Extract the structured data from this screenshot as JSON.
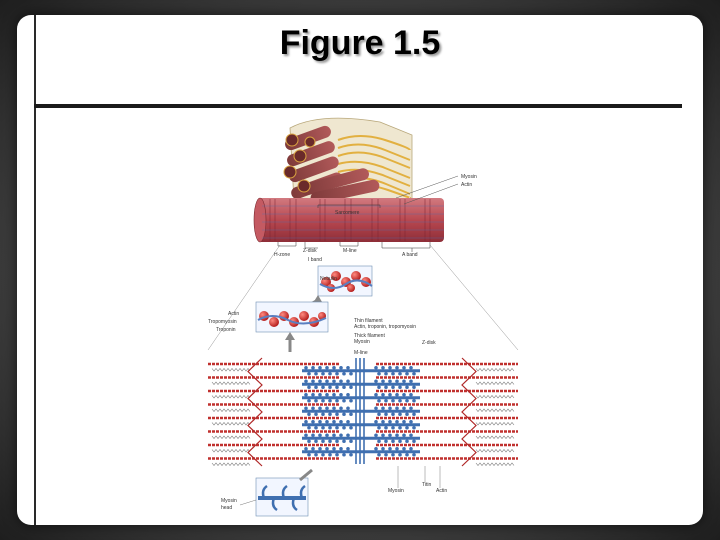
{
  "slide": {
    "title": "Figure 1.5"
  },
  "figure": {
    "labels": {
      "myosin": "Myosin",
      "actin": "Actin",
      "sarcomere": "Sarcomere",
      "z_disk_top": "Z-disk",
      "h_zone": "H-zone",
      "i_band": "I band",
      "m_line_top": "M-line",
      "a_band": "A band",
      "nebulin": "Nebulin",
      "actin_left": "Actin",
      "tropomyosin": "Tropomyosin",
      "troponin": "Troponin",
      "thin_filament": "Thin filament",
      "thin_filament_detail": "Actin, troponin, tropomyosin",
      "thick_filament": "Thick filament",
      "thick_filament_detail": "Myosin",
      "m_line": "M-line",
      "z_disk": "Z-disk",
      "myosin_head_1": "Myosin",
      "myosin_head_2": "head",
      "myosin_bottom": "Myosin",
      "titin": "Titin",
      "actin_bottom": "Actin"
    }
  },
  "colors": {
    "slide_background": "#ffffff",
    "frame": "#3a3a3a",
    "muscle_red": "#b8404a",
    "myosin_blue": "#3f6fb0",
    "tendon_yellow": "#e0b040",
    "actin_red": "#c0302e",
    "titin_gray": "#777777"
  }
}
